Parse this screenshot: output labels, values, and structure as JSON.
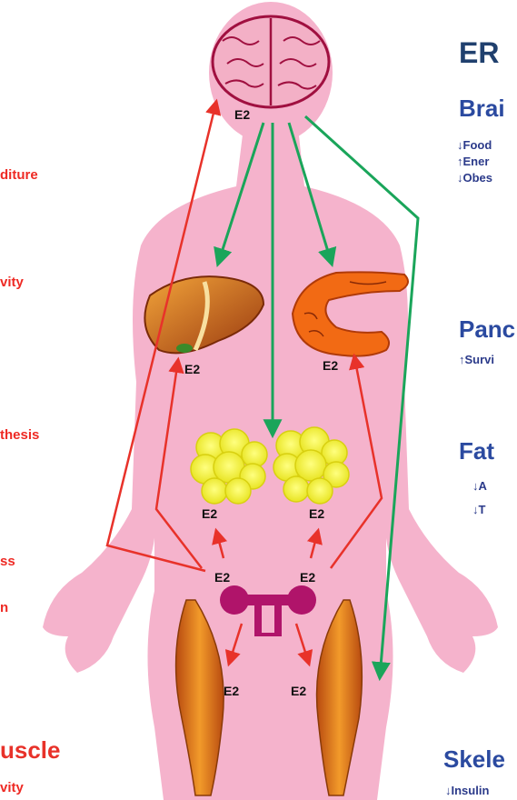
{
  "left_labels": {
    "expenditure": "diture",
    "activity": "vity",
    "synthesis": "thesis",
    "loss": "ss",
    "n": "n",
    "muscle_heading": "uscle",
    "muscle_activity": "vity"
  },
  "right_panel": {
    "heading": "ER",
    "brain": {
      "title": "Brai",
      "items": [
        "↓Food",
        "↑Ener",
        "↓Obes"
      ]
    },
    "pancreas": {
      "title": "Panc",
      "items": [
        "↑Survi"
      ]
    },
    "fat": {
      "title": "Fat",
      "items": [
        "↓A",
        "↓T"
      ]
    },
    "skeletal": {
      "title": "Skele",
      "items": [
        "↓Insulin"
      ]
    }
  },
  "e2_label": "E2",
  "colors": {
    "body": "#f5b3cc",
    "arrow_red": "#e8322a",
    "arrow_green": "#1aa55a",
    "uterus": "#b0146a",
    "fat": "#f0f040",
    "brain": "#f3b8cc",
    "liver": "#c8601a",
    "pancreas": "#f26a14",
    "muscle": "#e0741e"
  },
  "icons": [
    "brain-icon",
    "liver-icon",
    "pancreas-icon",
    "fat-icon",
    "uterus-icon",
    "muscle-icon"
  ]
}
